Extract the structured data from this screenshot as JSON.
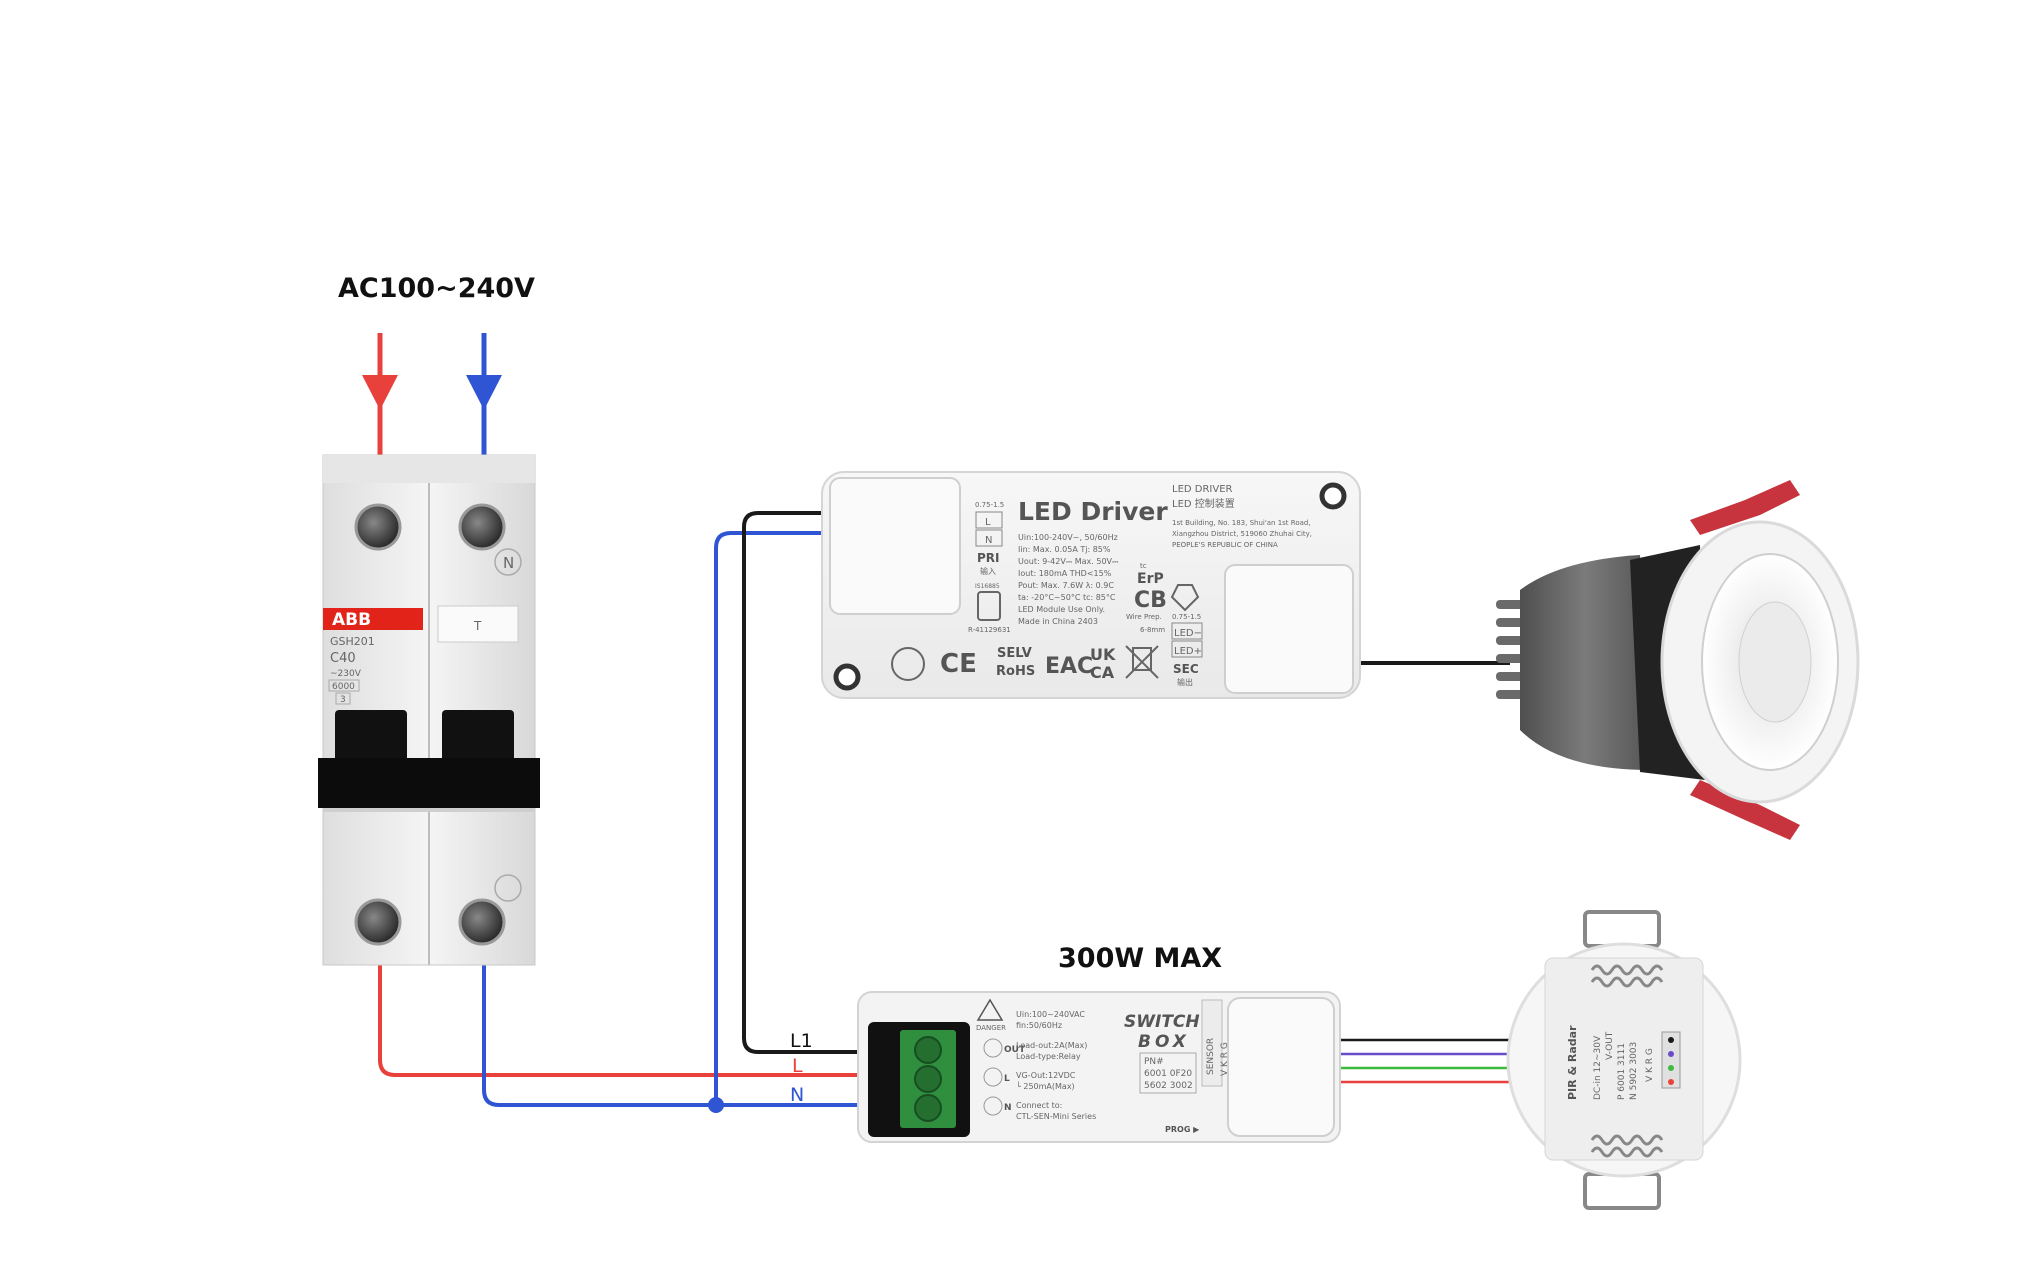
{
  "labels": {
    "ac_input": "AC100~240V",
    "max_power": "300W MAX",
    "wire_l1": "L1",
    "wire_l": "L",
    "wire_n": "N"
  },
  "breaker": {
    "brand": "ABB",
    "model": "GSH201",
    "rating": "C40",
    "voltage": "~230V",
    "capacity": "6000",
    "class": "3",
    "neutral_mark": "N",
    "test_text": "T"
  },
  "led_driver": {
    "title": "LED Driver",
    "subtitle_en": "LED DRIVER",
    "subtitle_cn": "LED 控制装置",
    "wire_spec_in": "0.75-1.5",
    "terminal_l": "L",
    "terminal_n": "N",
    "pri": "PRI",
    "pri_cn": "输入",
    "spec_lines": [
      "Uin:100-240V~, 50/60Hz",
      "Iin: Max. 0.05A     Tj: 85%",
      "Uout: 9-42V⎓   Max. 50V⎓",
      "Iout: 180mA    THD<15%",
      "Pout: Max. 7.6W    λ: 0.9C",
      "ta: -20°C~50°C     tc: 85°C",
      "LED Module Use Only.",
      "Made in China   2403"
    ],
    "address_lines": [
      "1st Building, No. 183, Shui'an 1st Road,",
      "Xiangzhou District, 519060 Zhuhai City,",
      "PEOPLE'S REPUBLIC OF CHINA"
    ],
    "cert_code": "IS16885",
    "cert_reg": "R-41129631",
    "selv": "SELV",
    "rohs": "RoHS",
    "eac": "EAC",
    "ukca_1": "UK",
    "ukca_2": "CA",
    "ce": "CE",
    "erp": "ErP",
    "cb": "CB",
    "wire_prep": "Wire Prep.",
    "wire_len": "6-8mm",
    "wire_spec_out": "0.75-1.5",
    "led_minus": "LED−",
    "led_plus": "LED+",
    "sec": "SEC",
    "sec_cn": "输出",
    "tc_mark": "tc"
  },
  "switch_box": {
    "title_1": "SWITCH",
    "title_2": "BOX",
    "danger": "DANGER",
    "spec_lines": [
      "Uin:100~240VAC",
      "fin:50/60Hz",
      "Load-out:2A(Max)",
      "Load-type:Relay",
      "VG-Out:12VDC",
      "  └ 250mA(Max)",
      "Connect to:",
      "CTL-SEN-Mini Series"
    ],
    "pn_label": "PN#",
    "pn_1": "6001 0F20",
    "pn_2": "5602 3002",
    "sensor": "SENSOR",
    "pins": "V K R G",
    "prog": "PROG ▶",
    "out": "OUT",
    "l": "L",
    "n": "N"
  },
  "sensor": {
    "label": "PIR & Radar",
    "spec_1": "DC-in 12~30V",
    "spec_2": "V-OUT",
    "pn_1": "P 6001 3111",
    "pn_2": "N 5902 3003",
    "pins": "V K R G"
  },
  "colors": {
    "live": "#e8403a",
    "neutral": "#2f55d4",
    "black": "#1a1a1a",
    "green_wire": "#3dbb3d",
    "purple_wire": "#6a4cc9",
    "abb_red": "#e2231a",
    "terminal_green": "#2f8f3e",
    "driver_body": "#f2f2f2",
    "lamp_red": "#c8343e",
    "lamp_grey": "#6b6b6b"
  }
}
